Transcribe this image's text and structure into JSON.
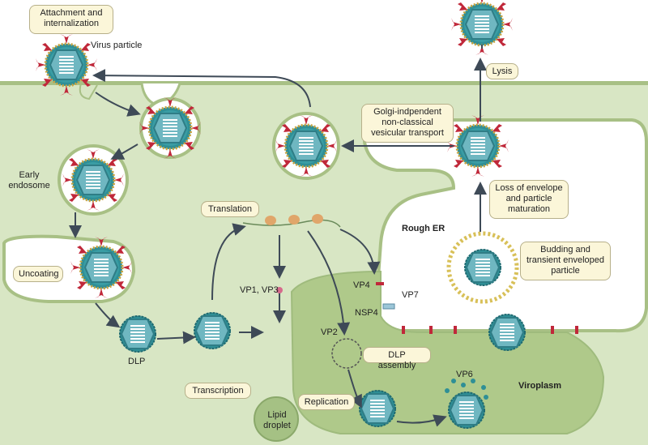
{
  "labels": {
    "attachment": "Attachment and internalization",
    "virus_particle": "Virus particle",
    "lysis": "Lysis",
    "golgi": "Golgi-indpendent non-classical vesicular transport",
    "early_endosome": "Early endosome",
    "translation": "Translation",
    "rough_er": "Rough ER",
    "loss_envelope": "Loss of envelope and particle maturation",
    "uncoating": "Uncoating",
    "budding": "Budding and transient enveloped particle",
    "vp1_vp3": "VP1, VP3",
    "vp4": "VP4",
    "vp7": "VP7",
    "nsp4": "NSP4",
    "vp2": "VP2",
    "dlp": "DLP",
    "dlp_assembly": "DLP assembly",
    "vp6": "VP6",
    "viroplasm": "Viroplasm",
    "transcription": "Transcription",
    "replication": "Replication",
    "lipid_droplet": "Lipid droplet"
  },
  "colors": {
    "cytoplasm": "#d8e6c4",
    "viroplasm": "#afc98a",
    "membrane": "#a8c085",
    "label_bg": "#fbf6d9",
    "spike_red": "#c0283a",
    "capsid_teal": "#2f8f96",
    "arrow": "#3e4a57"
  }
}
